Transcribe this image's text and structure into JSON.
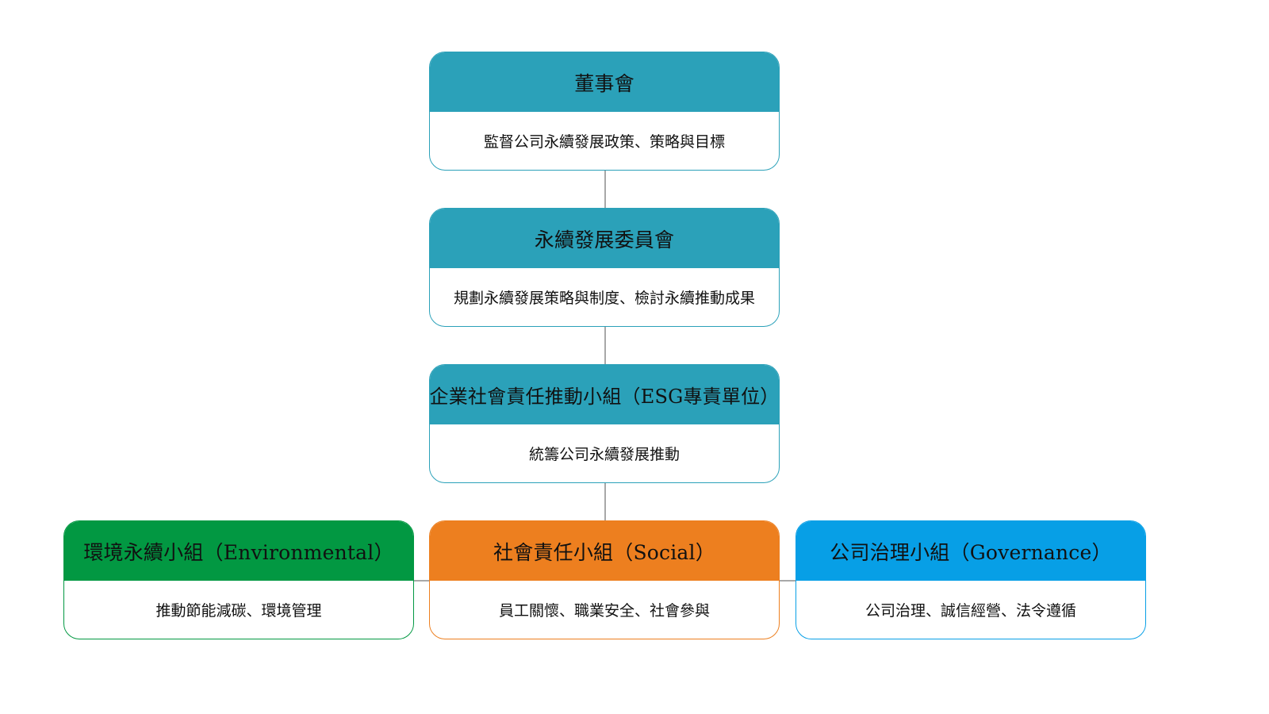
{
  "colors": {
    "teal": "#2ba1b9",
    "green": "#029842",
    "orange": "#ed7f1f",
    "blue": "#079fe6",
    "line": "#a8a8a8"
  },
  "nodes": {
    "board": {
      "title": "董事會",
      "desc": "監督公司永續發展政策、策略與目標"
    },
    "committee": {
      "title": "永續發展委員會",
      "desc": "規劃永續發展策略與制度、檢討永續推動成果"
    },
    "csr": {
      "title": "企業社會責任推動小組（ESG專責單位）",
      "desc": "統籌公司永續發展推動"
    },
    "environmental": {
      "title": "環境永續小組（Environmental）",
      "desc": "推動節能減碳、環境管理"
    },
    "social": {
      "title": "社會責任小組（Social）",
      "desc": "員工關懷、職業安全、社會參與"
    },
    "governance": {
      "title": "公司治理小組（Governance）",
      "desc": "公司治理、誠信經營、法令遵循"
    }
  }
}
